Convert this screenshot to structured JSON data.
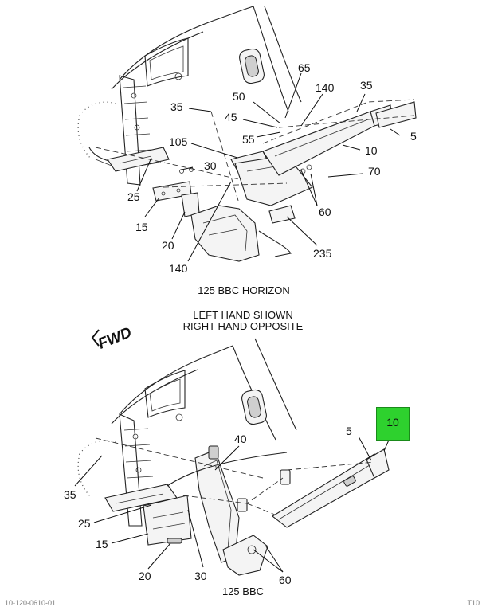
{
  "top_view": {
    "caption": "125 BBC HORIZON",
    "callouts": [
      "65",
      "140",
      "35",
      "50",
      "45",
      "35",
      "55",
      "5",
      "105",
      "10",
      "30",
      "70",
      "25",
      "60",
      "15",
      "20",
      "235",
      "140"
    ]
  },
  "notes": {
    "fwd": "FWD",
    "line1": "LEFT HAND SHOWN",
    "line2": "RIGHT HAND OPPOSITE"
  },
  "bottom_view": {
    "caption": "125 BBC",
    "callouts": [
      "40",
      "5",
      "35",
      "25",
      "15",
      "20",
      "30",
      "60"
    ],
    "highlight": {
      "label": "10",
      "color": "#2ed12e"
    }
  },
  "footer": {
    "left": "10-120-0610-01",
    "right": "T10"
  }
}
